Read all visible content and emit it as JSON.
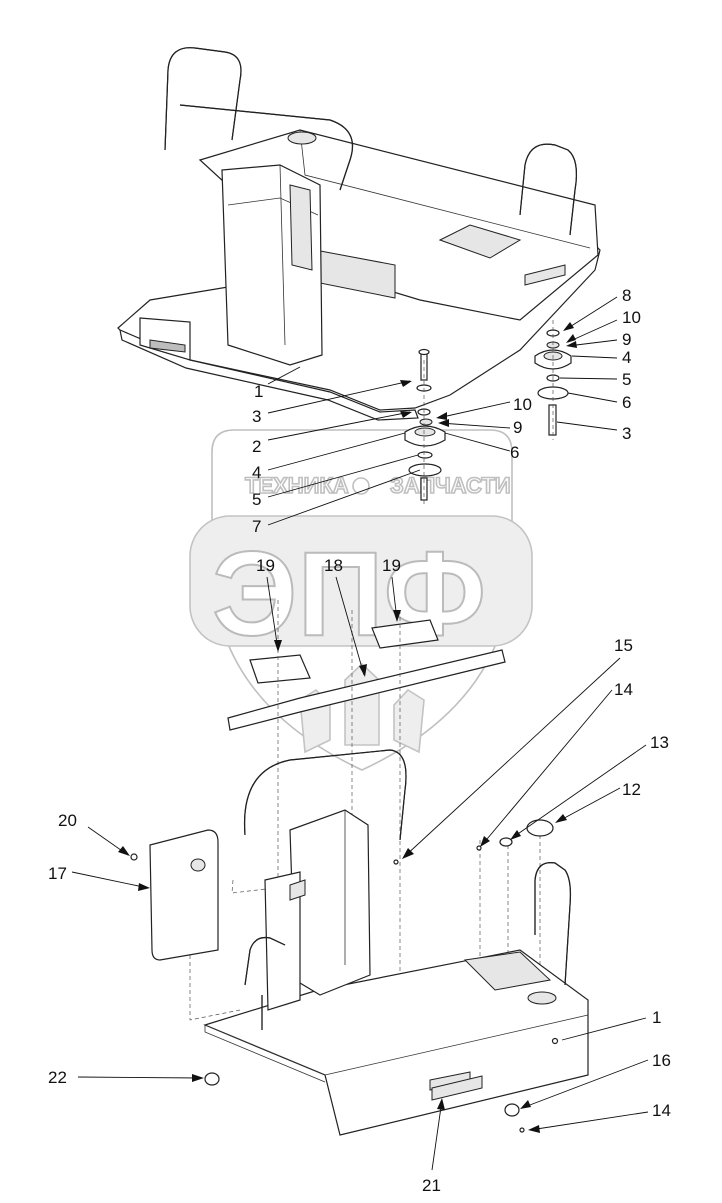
{
  "watermark": {
    "line1_left": "ТЕХНИКА",
    "line1_right": "ЗАПЧАСТИ",
    "logo_text": "ЭПФ"
  },
  "callouts": [
    {
      "id": "c1-top",
      "label": "1"
    },
    {
      "id": "c2",
      "label": "2"
    },
    {
      "id": "c3-left",
      "label": "3"
    },
    {
      "id": "c3-right",
      "label": "3"
    },
    {
      "id": "c4-left",
      "label": "4"
    },
    {
      "id": "c4-right",
      "label": "4"
    },
    {
      "id": "c5-left",
      "label": "5"
    },
    {
      "id": "c5-right",
      "label": "5"
    },
    {
      "id": "c6-left",
      "label": "6"
    },
    {
      "id": "c6-right",
      "label": "6"
    },
    {
      "id": "c7",
      "label": "7"
    },
    {
      "id": "c8",
      "label": "8"
    },
    {
      "id": "c9-left",
      "label": "9"
    },
    {
      "id": "c9-right",
      "label": "9"
    },
    {
      "id": "c10-left",
      "label": "10"
    },
    {
      "id": "c10-right",
      "label": "10"
    },
    {
      "id": "c12",
      "label": "12"
    },
    {
      "id": "c13",
      "label": "13"
    },
    {
      "id": "c14-top",
      "label": "14"
    },
    {
      "id": "c14-bottom",
      "label": "14"
    },
    {
      "id": "c15",
      "label": "15"
    },
    {
      "id": "c16",
      "label": "16"
    },
    {
      "id": "c17",
      "label": "17"
    },
    {
      "id": "c18",
      "label": "18"
    },
    {
      "id": "c19-left",
      "label": "19"
    },
    {
      "id": "c19-right",
      "label": "19"
    },
    {
      "id": "c20",
      "label": "20"
    },
    {
      "id": "c21",
      "label": "21"
    },
    {
      "id": "c22",
      "label": "22"
    },
    {
      "id": "c1-bottom",
      "label": "1"
    }
  ]
}
